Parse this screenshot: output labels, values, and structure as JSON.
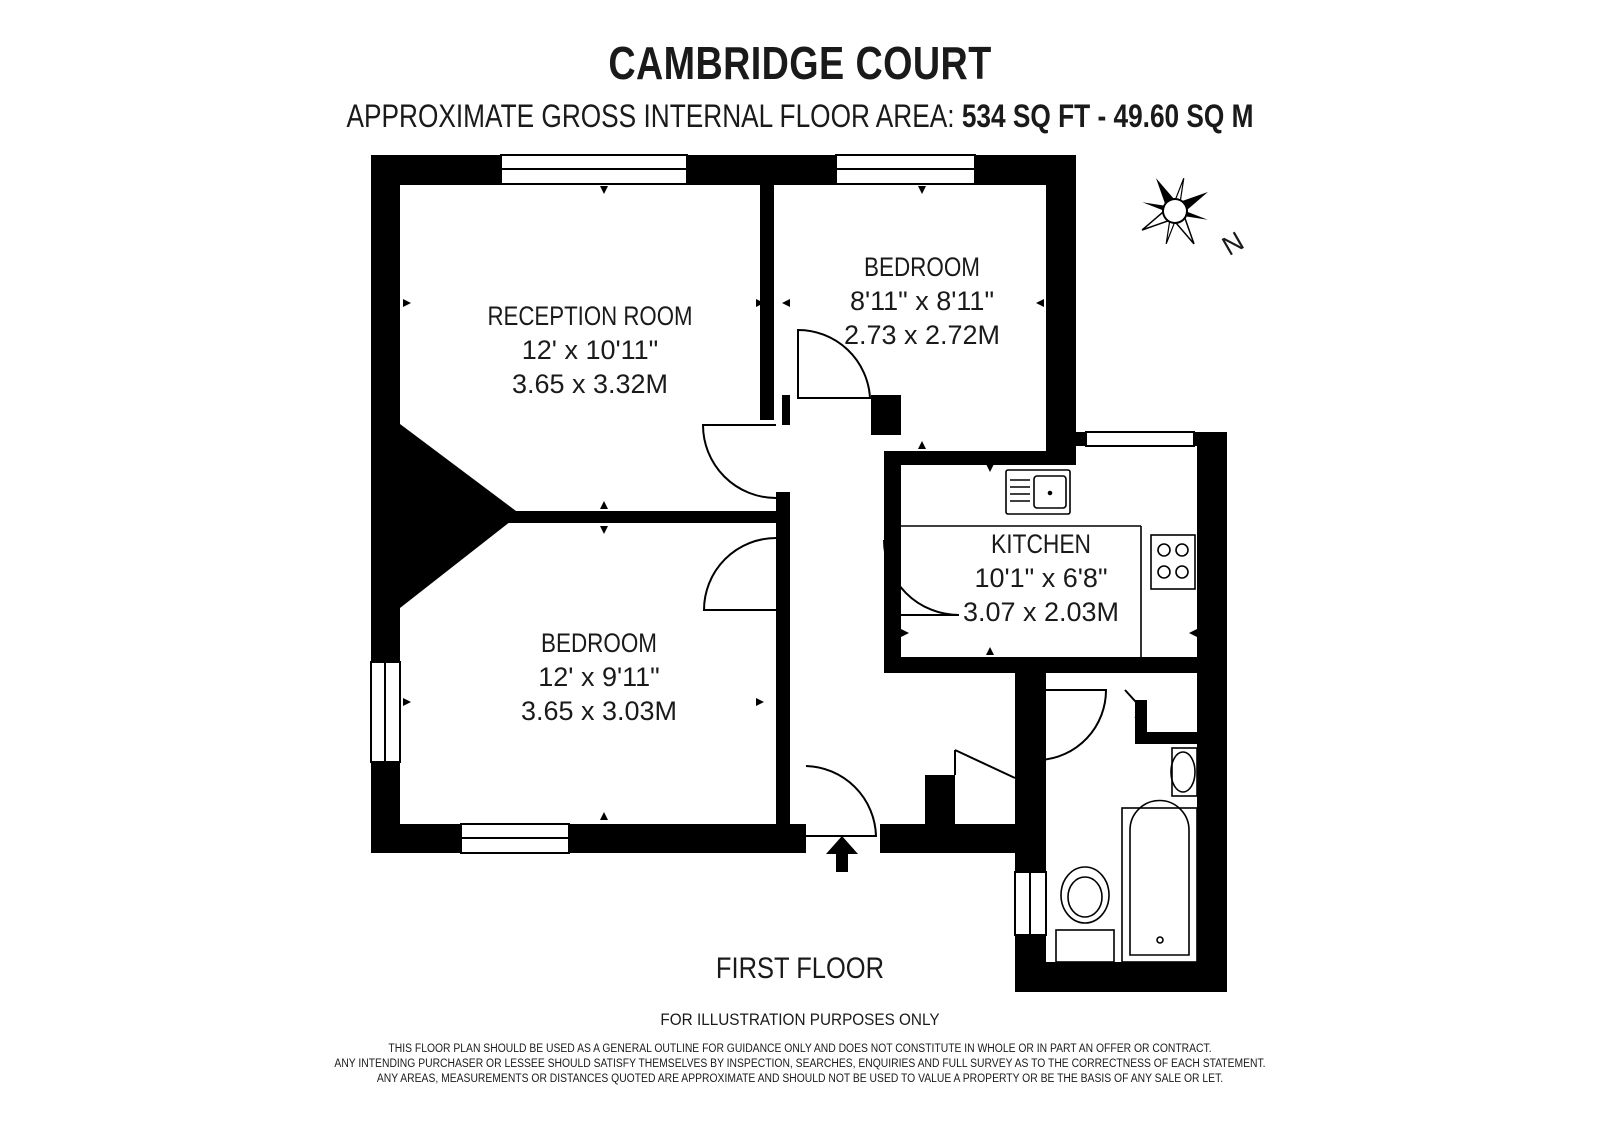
{
  "title": "CAMBRIDGE COURT",
  "subtitle": {
    "prefix": "APPROXIMATE GROSS INTERNAL FLOOR AREA:",
    "area": "534 SQ FT  -  49.60 SQ M"
  },
  "compass": {
    "label": "N"
  },
  "rooms": [
    {
      "name": "RECEPTION ROOM",
      "imperial": "12' x 10'11\"",
      "metric": "3.65 x 3.32M"
    },
    {
      "name": "BEDROOM",
      "imperial": "8'11\" x 8'11\"",
      "metric": "2.73 x 2.72M"
    },
    {
      "name": "KITCHEN",
      "imperial": "10'1\" x 6'8\"",
      "metric": "3.07 x 2.03M"
    },
    {
      "name": "BEDROOM",
      "imperial": "12' x 9'11\"",
      "metric": "3.65 x 3.03M"
    }
  ],
  "floor_label": "FIRST FLOOR",
  "illustration_note": "FOR ILLUSTRATION PURPOSES ONLY",
  "disclaimer": [
    "THIS FLOOR PLAN SHOULD BE USED AS A GENERAL OUTLINE FOR GUIDANCE ONLY AND DOES NOT CONSTITUTE IN WHOLE OR IN PART AN OFFER OR CONTRACT.",
    "ANY INTENDING PURCHASER OR LESSEE SHOULD SATISFY THEMSELVES BY INSPECTION, SEARCHES, ENQUIRIES AND FULL SURVEY AS TO THE CORRECTNESS OF EACH STATEMENT.",
    "ANY AREAS, MEASUREMENTS OR DISTANCES QUOTED ARE APPROXIMATE AND SHOULD NOT BE USED TO VALUE A PROPERTY OR BE THE BASIS OF ANY SALE OR LET."
  ]
}
